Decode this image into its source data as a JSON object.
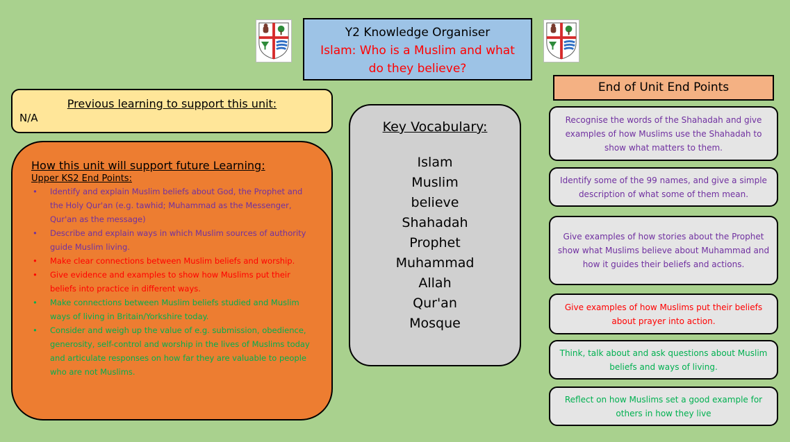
{
  "title": {
    "line1": "Y2 Knowledge Organiser",
    "line2": "Islam: Who is a Muslim and what do they believe?"
  },
  "previous_learning": {
    "heading": "Previous learning to support this unit:",
    "text": "N/A"
  },
  "future_learning": {
    "heading": "How this unit will support future Learning:",
    "subheading": "Upper KS2 End Points:",
    "items": [
      {
        "text": "Identify and explain Muslim beliefs about God, the Prophet and the Holy Qur'an (e.g. tawhid; Muhammad as the Messenger, Qur'an as the message)",
        "color": "#7030a0"
      },
      {
        "text": "Describe and explain ways in which Muslim sources of authority guide Muslim living.",
        "color": "#7030a0"
      },
      {
        "text": "Make clear connections between Muslim beliefs and worship.",
        "color": "#ff0000"
      },
      {
        "text": "Give evidence and examples to show how Muslims put their beliefs into practice in different ways.",
        "color": "#ff0000"
      },
      {
        "text": "Make connections between Muslim beliefs studied and Muslim ways of living in Britain/Yorkshire today.",
        "color": "#00b050"
      },
      {
        "text": "Consider and weigh up the value of e.g. submission, obedience, generosity, self-control and worship in the lives of Muslims today and articulate responses on how far they are valuable to people who are not Muslims.",
        "color": "#00b050"
      }
    ]
  },
  "vocabulary": {
    "heading": "Key Vocabulary:",
    "words": [
      "Islam",
      "Muslim",
      "believe",
      "Shahadah",
      "Prophet",
      "Muhammad",
      "Allah",
      "Qur'an",
      "Mosque"
    ]
  },
  "end_points": {
    "heading": "End of Unit End Points",
    "items": [
      {
        "text": "Recognise the words of the Shahadah and give examples of how Muslims use the Shahadah to show what matters to them.",
        "color": "#7030a0"
      },
      {
        "text": "Identify some of the 99 names, and give a simple description of what some of them mean.",
        "color": "#7030a0"
      },
      {
        "text": "Give examples of how stories about the Prophet show what Muslims believe about Muhammad and how it guides their beliefs and actions.",
        "color": "#7030a0"
      },
      {
        "text": "Give examples of how Muslims put their beliefs about prayer into action.",
        "color": "#ff0000"
      },
      {
        "text": "Think, talk about and ask questions about Muslim beliefs and ways of living.",
        "color": "#00b050"
      },
      {
        "text": "Reflect on how Muslims set a good example for others in how they live",
        "color": "#00b050"
      }
    ]
  },
  "colors": {
    "background": "#a9d18e",
    "title_box": "#9dc3e6",
    "previous_box": "#ffe699",
    "future_box": "#ed7d31",
    "vocab_box": "#d0d0d0",
    "end_header": "#f4b183"
  },
  "icons": {
    "crest": "school-crest-icon"
  }
}
